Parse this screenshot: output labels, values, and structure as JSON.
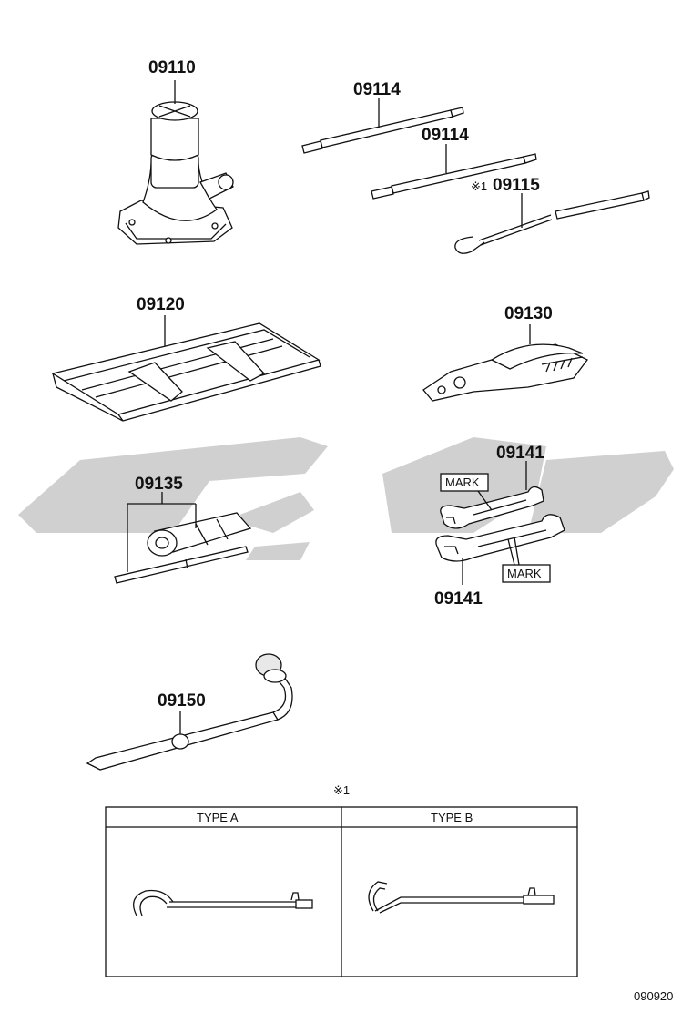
{
  "parts": {
    "jack": "09110",
    "ext_bar_1": "09114",
    "ext_bar_2": "09114",
    "hook_note": "※1",
    "hook": "09115",
    "tool_bag": "09120",
    "pliers": "09130",
    "screwdriver": "09135",
    "wrench_top": "09141",
    "wrench_bottom": "09141",
    "lug_wrench": "09150"
  },
  "marks": {
    "mark_top": "MARK",
    "mark_bottom": "MARK"
  },
  "note_table": {
    "note_symbol": "※1",
    "col_a": "TYPE A",
    "col_b": "TYPE B"
  },
  "figure_ref": "090920",
  "colors": {
    "line": "#111111",
    "watermark": "#c8c8c8"
  }
}
